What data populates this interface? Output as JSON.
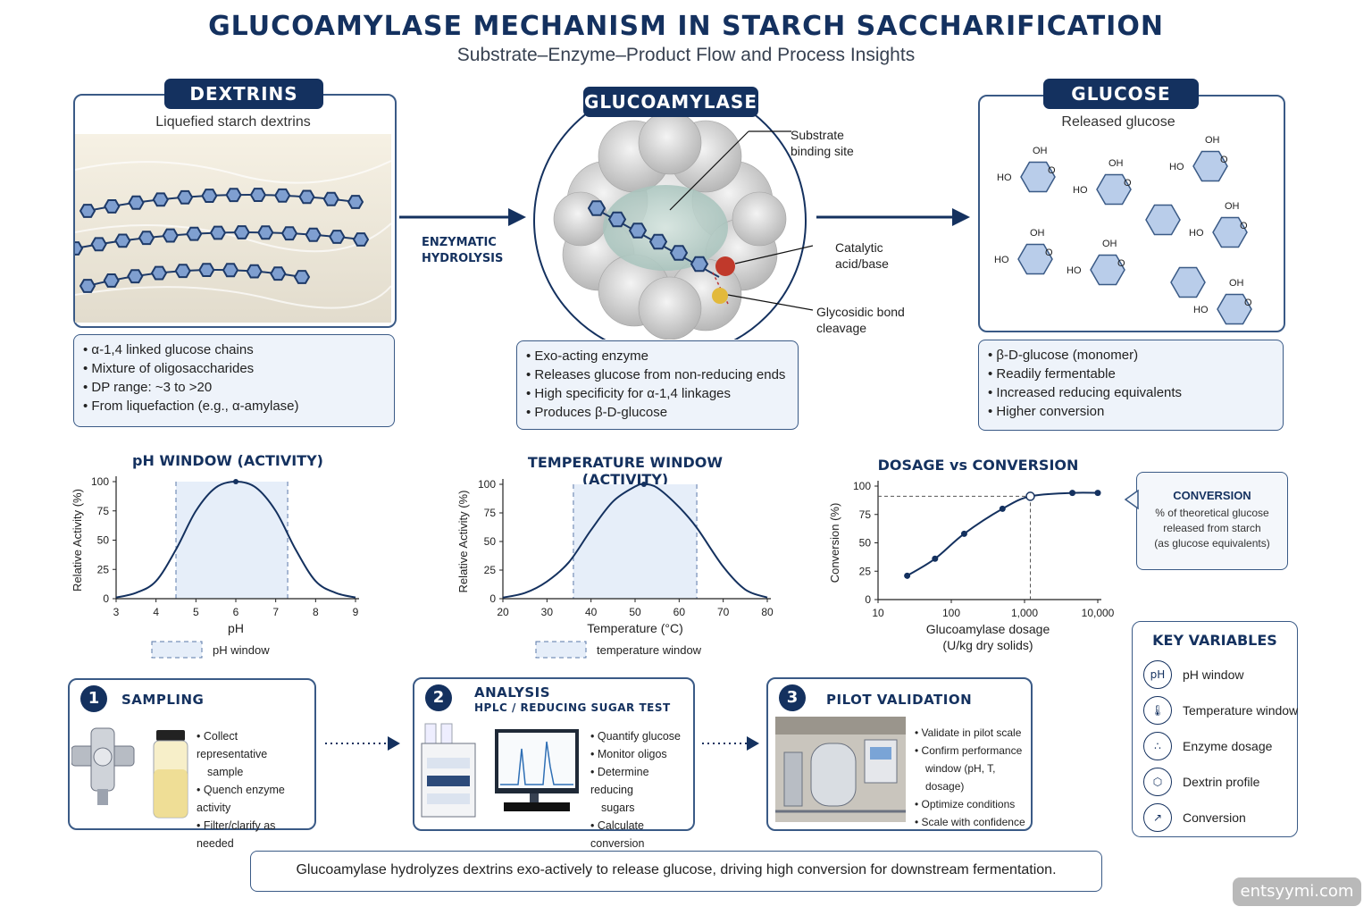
{
  "title": "GLUCOAMYLASE MECHANISM IN STARCH SACCHARIFICATION",
  "subtitle": "Substrate–Enzyme–Product Flow and Process Insights",
  "dextrins": {
    "tag": "DEXTRINS",
    "caption": "Liquefied starch dextrins",
    "bullets": [
      "α-1,4 linked glucose chains",
      "Mixture of oligosaccharides",
      "DP range: ~3 to >20",
      "From liquefaction (e.g., α-amylase)"
    ]
  },
  "flow_label_line1": "ENZYMATIC",
  "flow_label_line2": "HYDROLYSIS",
  "enzyme": {
    "tag": "GLUCOAMYLASE",
    "callouts": {
      "binding_line1": "Substrate",
      "binding_line2": "binding site",
      "catalytic_line1": "Catalytic",
      "catalytic_line2": "acid/base",
      "cleavage_line1": "Glycosidic bond",
      "cleavage_line2": "cleavage"
    },
    "bullets": [
      "Exo-acting enzyme",
      "Releases glucose from non-reducing ends",
      "High specificity for α-1,4 linkages",
      "Produces β-D-glucose"
    ]
  },
  "glucose": {
    "tag": "GLUCOSE",
    "caption": "Released glucose",
    "oh": "OH",
    "ho": "HO",
    "ring_o": "O",
    "bullets": [
      "β-D-glucose (monomer)",
      "Readily fermentable",
      "Increased reducing equivalents",
      "Higher conversion"
    ]
  },
  "colors": {
    "navy": "#14315f",
    "panel_border": "#3a5a86",
    "window_fill": "#e6eef9",
    "hexagon": "#7f9fd0"
  },
  "chart_data": [
    {
      "type": "line",
      "title": "pH WINDOW (ACTIVITY)",
      "xlabel": "pH",
      "ylabel": "Relative Activity (%)",
      "xlim": [
        3,
        9
      ],
      "ylim": [
        0,
        100
      ],
      "xticks": [
        "3",
        "4",
        "5",
        "6",
        "7",
        "8",
        "9"
      ],
      "yticks": [
        "0",
        "25",
        "50",
        "75",
        "100"
      ],
      "x": [
        3,
        3.5,
        4,
        4.5,
        5,
        5.5,
        6,
        6.5,
        7,
        7.5,
        8,
        8.5,
        9
      ],
      "y": [
        1,
        5,
        15,
        42,
        75,
        95,
        100,
        95,
        75,
        42,
        15,
        5,
        1
      ],
      "window": [
        4.5,
        7.3
      ],
      "legend": "pH window"
    },
    {
      "type": "line",
      "title": "TEMPERATURE WINDOW (ACTIVITY)",
      "xlabel": "Temperature (°C)",
      "ylabel": "Relative Activity (%)",
      "xlim": [
        20,
        80
      ],
      "ylim": [
        0,
        100
      ],
      "xticks": [
        "20",
        "30",
        "40",
        "50",
        "60",
        "70",
        "80"
      ],
      "yticks": [
        "0",
        "25",
        "50",
        "75",
        "100"
      ],
      "x": [
        20,
        25,
        30,
        35,
        40,
        45,
        50,
        52,
        55,
        60,
        64,
        70,
        75,
        80
      ],
      "y": [
        1,
        5,
        15,
        32,
        60,
        85,
        98,
        100,
        97,
        80,
        62,
        28,
        8,
        1
      ],
      "window": [
        36,
        64
      ],
      "legend": "temperature window"
    },
    {
      "type": "line",
      "title": "DOSAGE vs CONVERSION",
      "xlabel_line1": "Glucoamylase dosage",
      "xlabel_line2": "(U/kg dry solids)",
      "ylabel": "Conversion (%)",
      "xscale": "log",
      "xlim": [
        10,
        10000
      ],
      "ylim": [
        0,
        100
      ],
      "xticks": [
        "10",
        "100",
        "1,000",
        "10,000"
      ],
      "yticks": [
        "0",
        "25",
        "50",
        "75",
        "100"
      ],
      "x": [
        25,
        60,
        150,
        500,
        1200,
        4500,
        10000
      ],
      "y": [
        21,
        36,
        58,
        80,
        91,
        94,
        94
      ],
      "highlight": {
        "x": 1200,
        "y": 91
      }
    }
  ],
  "conversion_note": {
    "title": "CONVERSION",
    "line1": "% of theoretical glucose",
    "line2": "released from starch",
    "line3": "(as glucose equivalents)"
  },
  "key_variables": {
    "title": "KEY VARIABLES",
    "items": [
      {
        "label": "pH window",
        "icon": "ph-icon",
        "glyph": "pH"
      },
      {
        "label": "Temperature window",
        "icon": "thermometer-icon",
        "glyph": "🌡"
      },
      {
        "label": "Enzyme dosage",
        "icon": "dosage-icon",
        "glyph": "∴"
      },
      {
        "label": "Dextrin profile",
        "icon": "dextrin-icon",
        "glyph": "⬡"
      },
      {
        "label": "Conversion",
        "icon": "trend-icon",
        "glyph": "↗"
      }
    ]
  },
  "steps": [
    {
      "num": "1",
      "title": "SAMPLING",
      "subtitle": "",
      "bullets": [
        "Collect representative",
        "sample",
        "Quench enzyme activity",
        "Filter/clarify as needed"
      ]
    },
    {
      "num": "2",
      "title": "ANALYSIS",
      "subtitle": "HPLC / REDUCING SUGAR TEST",
      "bullets": [
        "Quantify glucose",
        "Monitor oligos",
        "Determine reducing",
        "sugars",
        "Calculate conversion"
      ]
    },
    {
      "num": "3",
      "title": "PILOT VALIDATION",
      "subtitle": "",
      "bullets": [
        "Validate in pilot scale",
        "Confirm performance",
        "window (pH, T, dosage)",
        "Optimize conditions",
        "Scale with confidence"
      ]
    }
  ],
  "footer": "Glucoamylase hydrolyzes dextrins exo-actively to release glucose, driving high conversion for downstream fermentation.",
  "watermark": "entsyymi.com"
}
